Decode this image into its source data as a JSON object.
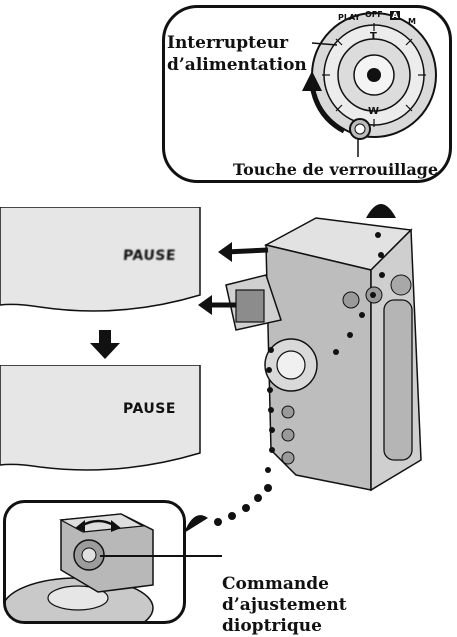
{
  "callouts": {
    "power_switch": "Interrupteur\nd’alimentation",
    "lock_button": "Touche de verrouillage",
    "diopter_control": "Commande d’ajustement\ndioptrique"
  },
  "dial_labels": {
    "play": "PLAY",
    "off": "OFF",
    "auto": "A",
    "manual": "M",
    "tele": "T",
    "wide": "W"
  },
  "viewfinder_screens": [
    {
      "text": "PAUSE",
      "state": "blurred"
    },
    {
      "text": "PAUSE",
      "state": "sharp"
    }
  ],
  "colors": {
    "ink": "#111111",
    "panel_fill": "#e6e6e6",
    "camera_body": "#cfcfcf",
    "camera_shadow": "#8c8c8c"
  },
  "icons": [
    "power-dial-icon",
    "lock-button-icon",
    "camcorder-icon",
    "diopter-knob-icon",
    "down-arrow-icon"
  ]
}
